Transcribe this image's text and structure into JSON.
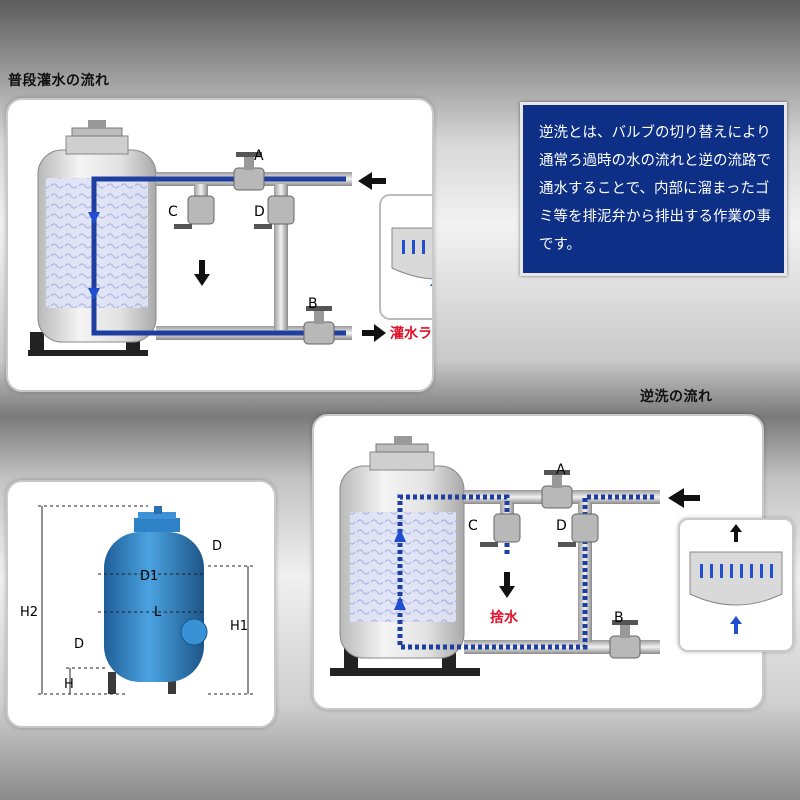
{
  "normal_flow": {
    "title": "普段灌水の流れ",
    "valve_labels": {
      "a": "A",
      "b": "B",
      "c": "C",
      "d": "D"
    },
    "outlet_label": "灌水ラインへ"
  },
  "backwash_flow": {
    "title": "逆洗の流れ",
    "valve_labels": {
      "a": "A",
      "b": "B",
      "c": "C",
      "d": "D"
    },
    "drain_label": "捨水"
  },
  "description": "逆洗とは、バルブの切り替えにより通常ろ過時の水の流れと逆の流路で通水することで、内部に溜まったゴミ等を排泥弁から排出する作業の事です。",
  "dimensions": {
    "h2": "H2",
    "h1": "H1",
    "h": "H",
    "d1": "D1",
    "l": "L",
    "d_top": "D",
    "d_bottom": "D"
  },
  "colors": {
    "flow_blue": "#1f3fa0",
    "arrow_blue": "#1f4fd0",
    "tank_blue": "#2f82c8",
    "description_bg": "#0d2f86",
    "highlight_red": "#e0102a"
  }
}
